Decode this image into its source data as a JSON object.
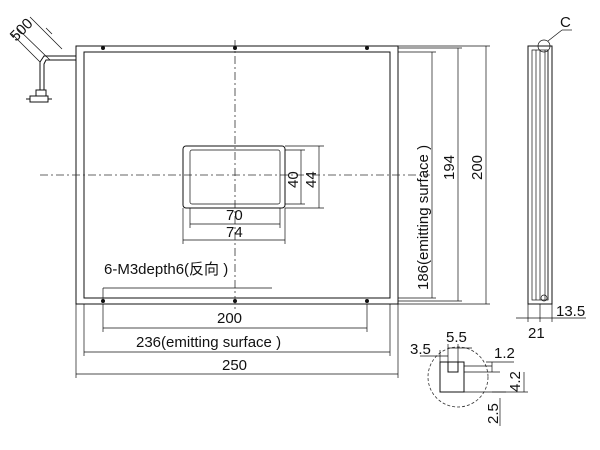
{
  "labels": {
    "cable_length": "500",
    "slot_width": "70",
    "window_width": "74",
    "slot_height": "40",
    "window_height": "44",
    "hole_spacing_x": "200",
    "emitting_width": "236(emitting surface )",
    "overall_width": "250",
    "hole_spacing_y": "194",
    "emitting_height": "186(emitting surface )",
    "overall_height": "200",
    "mounting_holes": "6-M3depth6(反向 )",
    "detail_marker": "C",
    "side_thickness": "21",
    "side_emitting_depth": "13.5",
    "detail_3_5": "3.5",
    "detail_5_5": "5.5",
    "detail_1_2": "1.2",
    "detail_4_2": "4.2",
    "detail_2_5": "2.5"
  }
}
